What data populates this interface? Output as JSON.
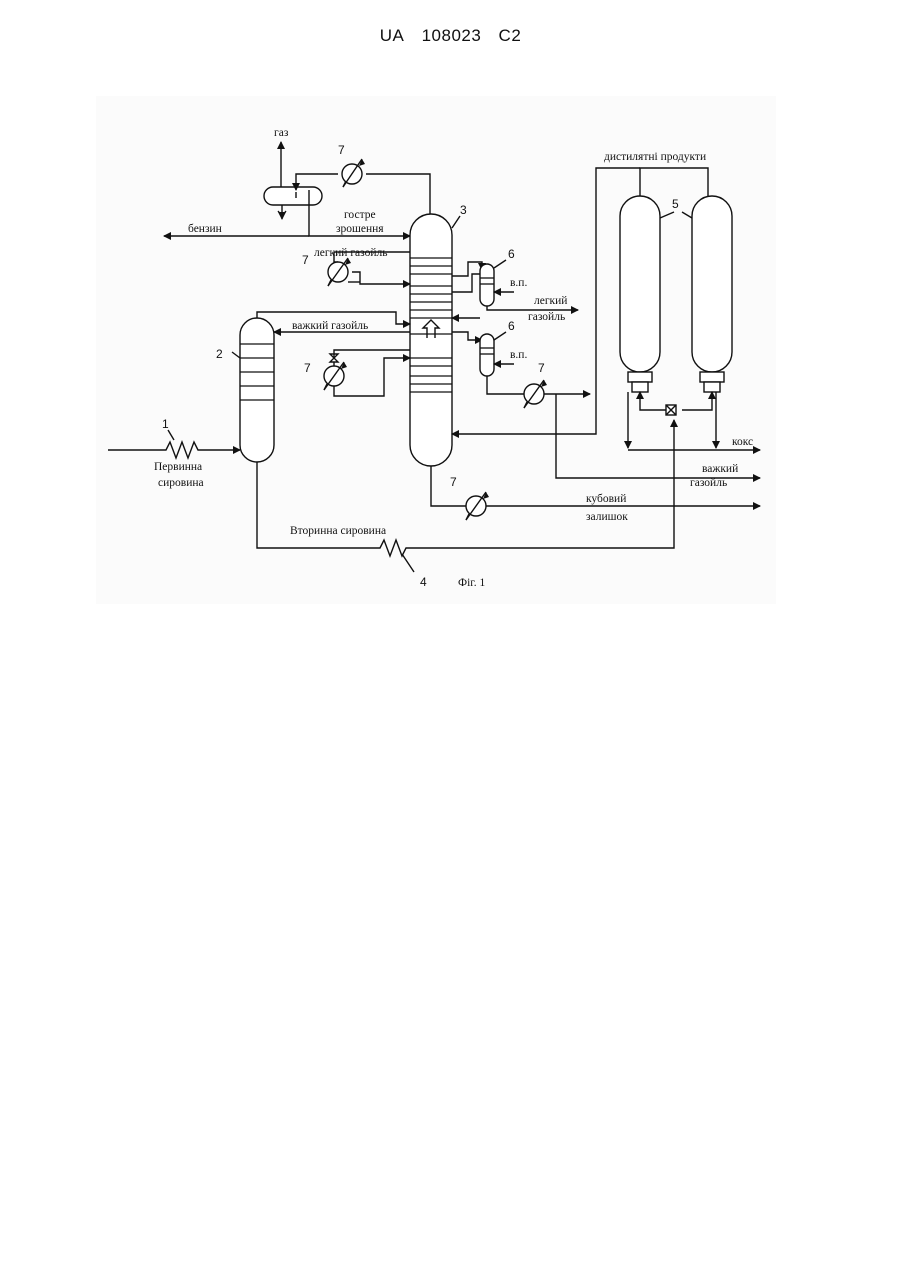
{
  "header": {
    "country": "UA",
    "number": "108023",
    "kind": "C2"
  },
  "figure": {
    "caption": "Фіг. 1",
    "labels": {
      "gas": "газ",
      "petrol": "бензин",
      "sharp_reflux_line1": "гостре",
      "sharp_reflux_line2": "зрошення",
      "light_gasoil_top": "легкий газойль",
      "heavy_gasoil_left": "важкий газойль",
      "steam_1": "в.п.",
      "steam_2": "в.п.",
      "light_gasoil_out_line1": "легкий",
      "light_gasoil_out_line2": "газойль",
      "distillate_products": "дистилятні продукти",
      "coke": "кокс",
      "heavy_gasoil_out_line1": "важкий",
      "heavy_gasoil_out_line2": "газойль",
      "bottoms_line1": "кубовий",
      "bottoms_line2": "залишок",
      "primary_feed_line1": "Первинна",
      "primary_feed_line2": "сировина",
      "secondary_feed": "Вторинна сировина"
    },
    "numbers": {
      "n1": "1",
      "n2": "2",
      "n3": "3",
      "n4": "4",
      "n5": "5",
      "n6a": "6",
      "n6b": "6",
      "n7a": "7",
      "n7b": "7",
      "n7c": "7",
      "n7d": "7",
      "n7e": "7"
    }
  }
}
